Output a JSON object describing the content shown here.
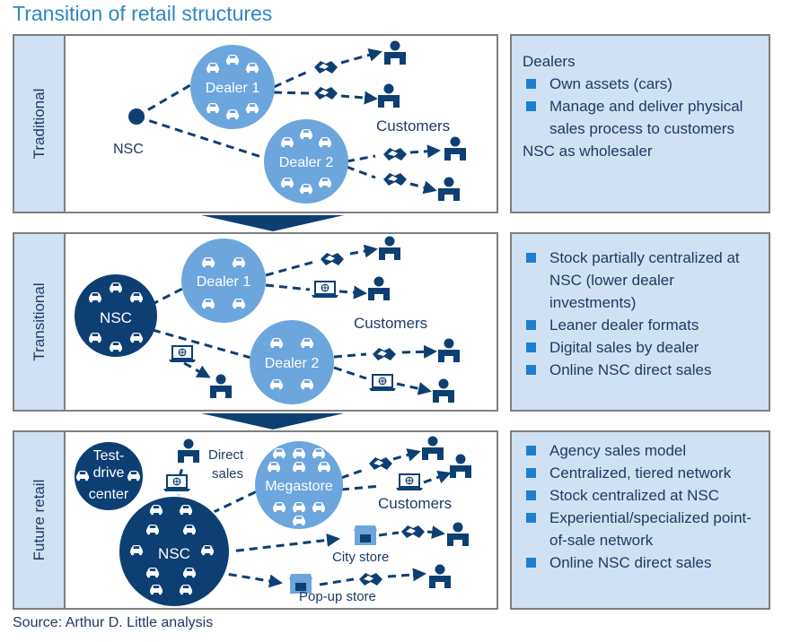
{
  "title": "Transition of retail structures",
  "source": "Source: Arthur D. Little analysis",
  "colors": {
    "dark_node": "#0d3f73",
    "light_node": "#6ca6dd",
    "panel_label_bg": "#cfe1f3",
    "title": "#2e86c1",
    "bullet": "#1e7fd0"
  },
  "sections": {
    "traditional": {
      "label": "Traditional",
      "nsc": "NSC",
      "dealer1": "Dealer 1",
      "dealer2": "Dealer 2",
      "customers": "Customers",
      "info_header": "Dealers",
      "info_items": [
        "Own assets (cars)",
        "Manage and deliver physical sales process to customers"
      ],
      "info_footer": "NSC as wholesaler"
    },
    "transitional": {
      "label": "Transitional",
      "nsc": "NSC",
      "dealer1": "Dealer 1",
      "dealer2": "Dealer 2",
      "customers": "Customers",
      "info_items": [
        "Stock partially centralized at NSC (lower dealer investments)",
        "Leaner dealer formats",
        "Digital sales by dealer",
        "Online NSC direct sales"
      ]
    },
    "future": {
      "label": "Future retail",
      "test_drive": [
        "Test-",
        "drive",
        "center"
      ],
      "nsc": "NSC",
      "direct_sales": [
        "Direct",
        "sales"
      ],
      "megastore": "Megastore",
      "customers": "Customers",
      "city_store": "City store",
      "popup_store": "Pop-up store",
      "info_items": [
        "Agency sales model",
        "Centralized, tiered network",
        "Stock centralized at NSC",
        "Experiential/specialized point-of-sale network",
        "Online NSC direct sales"
      ]
    }
  },
  "icons": [
    "car-icon",
    "handshake-icon",
    "laptop-icon",
    "customer-icon",
    "store-icon",
    "arrow-down-icon"
  ]
}
